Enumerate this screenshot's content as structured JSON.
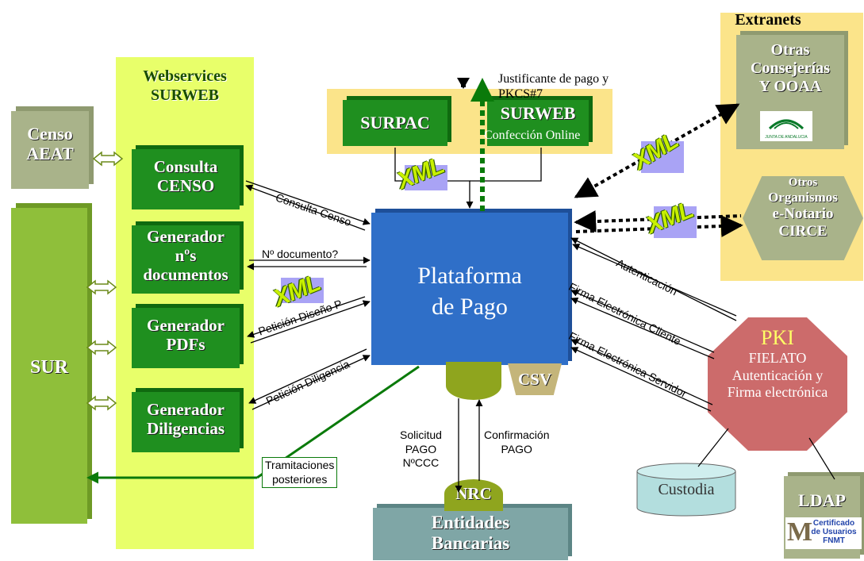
{
  "webservices": {
    "title_line1": "Webservices",
    "title_line2": "SURWEB"
  },
  "censo": {
    "line1": "Censo",
    "line2": "AEAT"
  },
  "sur": {
    "label": "SUR"
  },
  "ws_boxes": [
    {
      "line1": "Consulta",
      "line2": "CENSO",
      "line3": ""
    },
    {
      "line1": "Generador",
      "line2": "nºs",
      "line3": "documentos"
    },
    {
      "line1": "Generador",
      "line2": "PDFs",
      "line3": ""
    },
    {
      "line1": "Generador",
      "line2": "Diligencias",
      "line3": ""
    }
  ],
  "surpac": {
    "label": "SURPAC"
  },
  "surweb": {
    "label": "SURWEB",
    "sub": "Confección Online"
  },
  "justificante": {
    "line1": "Justificante de pago y",
    "line2": "PKCS#7"
  },
  "plataforma": {
    "line1": "Plataforma",
    "line2": "de Pago"
  },
  "csv": {
    "label": "CSV"
  },
  "nrc": {
    "label": "NRC"
  },
  "entidades": {
    "line1": "Entidades",
    "line2": "Bancarias"
  },
  "solicitud": {
    "line1": "Solicitud",
    "line2": "PAGO",
    "line3": "NºCCC"
  },
  "confirmacion": {
    "line1": "Confirmación",
    "line2": "PAGO"
  },
  "tramitaciones": {
    "line1": "Tramitaciones",
    "line2": "posteriores"
  },
  "flows": {
    "consulta_censo": "Consulta Censo",
    "n_documento": "Nº documento?",
    "peticion_diseno": "Petición Diseño P",
    "peticion_diligencia": "Petición Diligencia",
    "autenticacion": "Autenticación",
    "firma_cliente": "Firma Electrónica Cliente",
    "firma_servidor": "Firma Electrónica Servidor"
  },
  "xml_label": "XML",
  "extranets": {
    "title": "Extranets",
    "otras_line1": "Otras",
    "otras_line2": "Consejerías",
    "otras_line3": "Y OOAA",
    "junta_logo_text": "JUNTA DE ANDALUCIA",
    "otros_line1": "Otros",
    "otros_line2": "Organismos",
    "otros_line3": "e-Notario",
    "otros_line4": "CIRCE"
  },
  "pki": {
    "title": "PKI",
    "line1": "FIELATO",
    "line2": "Autenticación y",
    "line3": "Firma electrónica"
  },
  "custodia": {
    "label": "Custodia"
  },
  "ldap": {
    "label": "LDAP",
    "cert_line1": "Certificado",
    "cert_line2": "de Usuarios",
    "cert_line3": "FNMT"
  },
  "colors": {
    "green_box": "#1f8f1f",
    "light_green": "#e6ff66",
    "sur_green": "#8fbf3a",
    "blue": "#2f6fc8",
    "yellow_panel": "#fbe48a",
    "pki_red": "#cc6b6b",
    "teal_gray": "#7fa6a6"
  }
}
